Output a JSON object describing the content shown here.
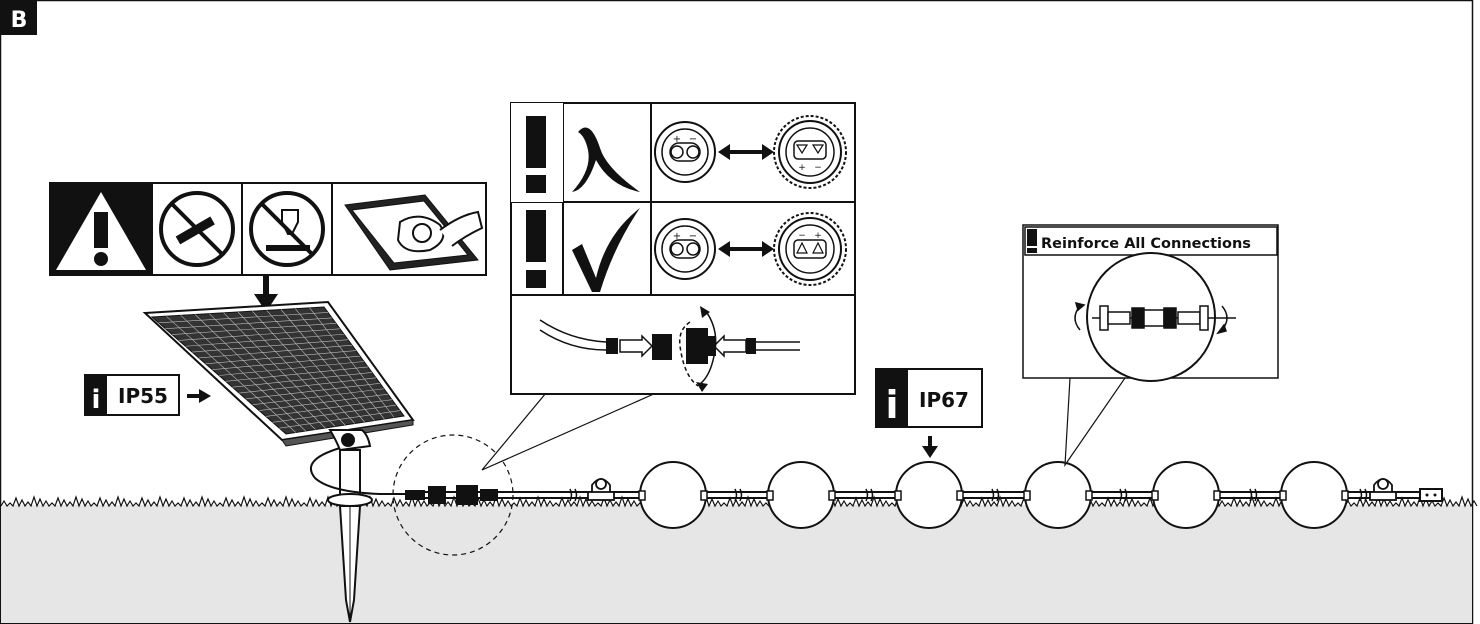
{
  "step_label": "B",
  "badges": {
    "ip_solar": "IP55",
    "ip_lights": "IP67",
    "info_glyph": "i",
    "warning_glyph": "!"
  },
  "reinforce_callout": {
    "title": "Reinforce All Connections"
  },
  "polarity_panel": {
    "male_plus": "+",
    "male_minus": "−",
    "female_plus": "+",
    "female_minus": "−"
  },
  "colors": {
    "ink": "#111111",
    "ground": "#e6e6e6",
    "badge_bg": "#111111",
    "badge_text": "#ffffff"
  },
  "icons": [
    "warning-triangle-icon",
    "no-cutting-icon",
    "no-solvent-icon",
    "wipe-panel-icon",
    "info-icon",
    "cross-mark-icon",
    "check-mark-icon",
    "double-arrow-icon",
    "rotate-arrow-icon"
  ]
}
